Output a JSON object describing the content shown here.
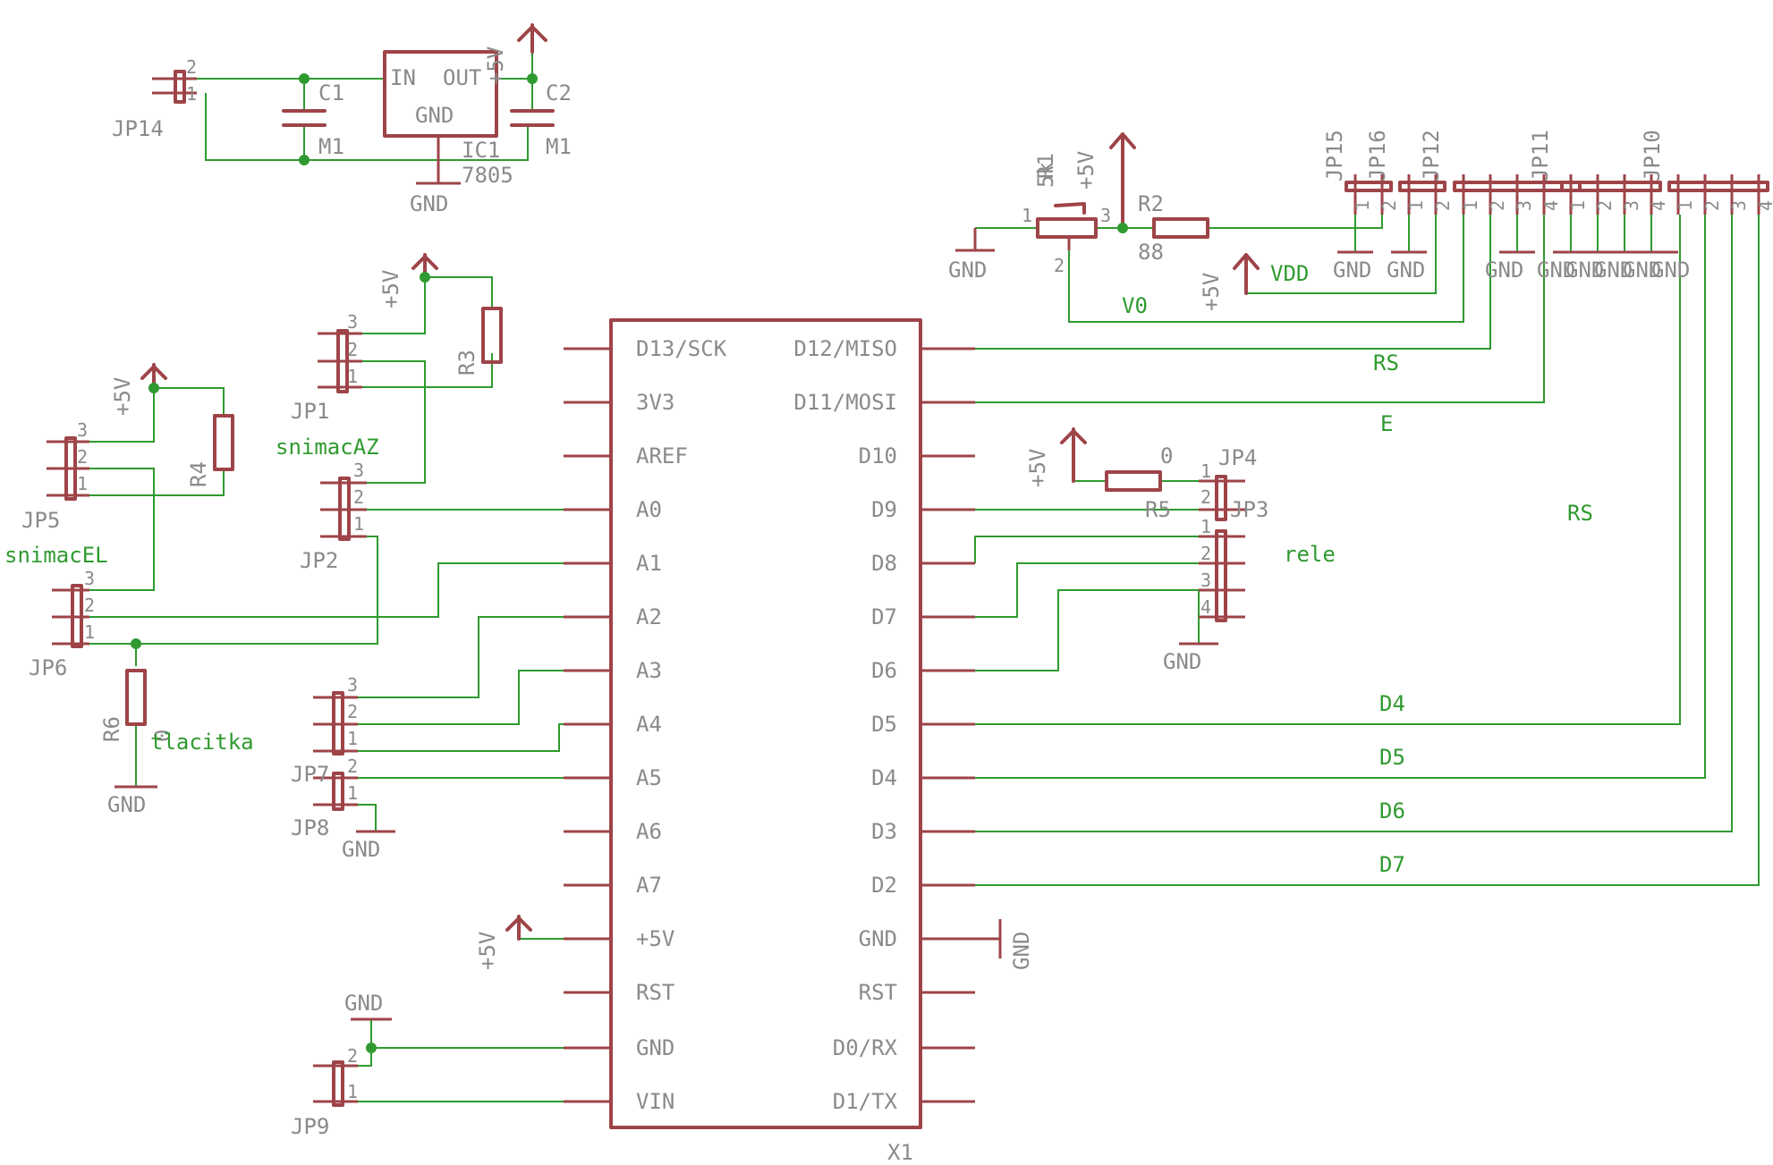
{
  "colors": {
    "component": "#9e4448",
    "wire": "#2f9a2f",
    "label": "#8a8a8a",
    "net_label": "#2f9a2f",
    "background": "#ffffff"
  },
  "arduino": {
    "name": "X1",
    "left_pins": [
      "D13/SCK",
      "3V3",
      "AREF",
      "A0",
      "A1",
      "A2",
      "A3",
      "A4",
      "A5",
      "A6",
      "A7",
      "+5V",
      "RST",
      "GND",
      "VIN"
    ],
    "right_pins": [
      "D12/MISO",
      "D11/MOSI",
      "D10",
      "D9",
      "D8",
      "D7",
      "D6",
      "D5",
      "D4",
      "D3",
      "D2",
      "GND",
      "RST",
      "D0/RX",
      "D1/TX"
    ]
  },
  "regulator": {
    "name": "IC1",
    "value": "7805",
    "pin_in": "IN",
    "pin_out": "OUT",
    "pin_gnd": "GND"
  },
  "capacitors": [
    {
      "name": "C1",
      "value": "M1"
    },
    {
      "name": "C2",
      "value": "M1"
    }
  ],
  "resistors": {
    "r1": {
      "name": "R1",
      "value": "5k"
    },
    "r2": {
      "name": "R2",
      "value": "88"
    },
    "r3": {
      "name": "R3"
    },
    "r4": {
      "name": "R4"
    },
    "r5": {
      "name": "R5",
      "value": "0"
    },
    "r6": {
      "name": "R6",
      "value": "0"
    }
  },
  "jumpers": {
    "jp1": "JP1",
    "jp2": "JP2",
    "jp3": "JP3",
    "jp4": "JP4",
    "jp5": "JP5",
    "jp6": "JP6",
    "jp7": "JP7",
    "jp8": "JP8",
    "jp9": "JP9",
    "jp10": "JP10",
    "jp11": "JP11",
    "jp12": "JP12",
    "jp14": "JP14",
    "jp15": "JP15",
    "jp16": "JP16"
  },
  "net_labels": {
    "snimac_az": "snimacAZ",
    "snimac_el": "snimacEL",
    "tlacitka": "tlacitka",
    "rele": "rele",
    "vdd": "VDD",
    "v0": "V0",
    "rs": "RS",
    "e": "E",
    "rs2": "RS",
    "d4": "D4",
    "d5": "D5",
    "d6": "D6",
    "d7": "D7"
  },
  "supply": {
    "plus5v": "+5V",
    "gnd": "GND"
  },
  "pin_numbers": {
    "p1": "1",
    "p2": "2",
    "p3": "3",
    "p4": "4"
  }
}
